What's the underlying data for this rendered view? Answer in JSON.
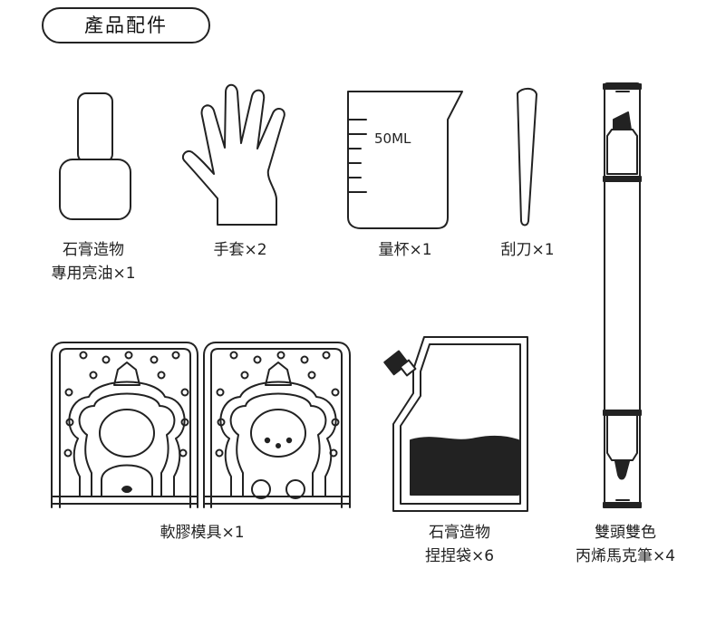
{
  "title": "產品配件",
  "items": {
    "polish": {
      "line1": "石膏造物",
      "line2": "專用亮油×1"
    },
    "gloves": {
      "label": "手套×2"
    },
    "cup": {
      "label": "量杯×1",
      "marking": "50ML"
    },
    "scraper": {
      "label": "刮刀×1"
    },
    "marker": {
      "line1": "雙頭雙色",
      "line2": "丙烯馬克筆×4"
    },
    "mold": {
      "label": "軟膠模具×1"
    },
    "pouch": {
      "line1": "石膏造物",
      "line2": "捏捏袋×6"
    }
  }
}
